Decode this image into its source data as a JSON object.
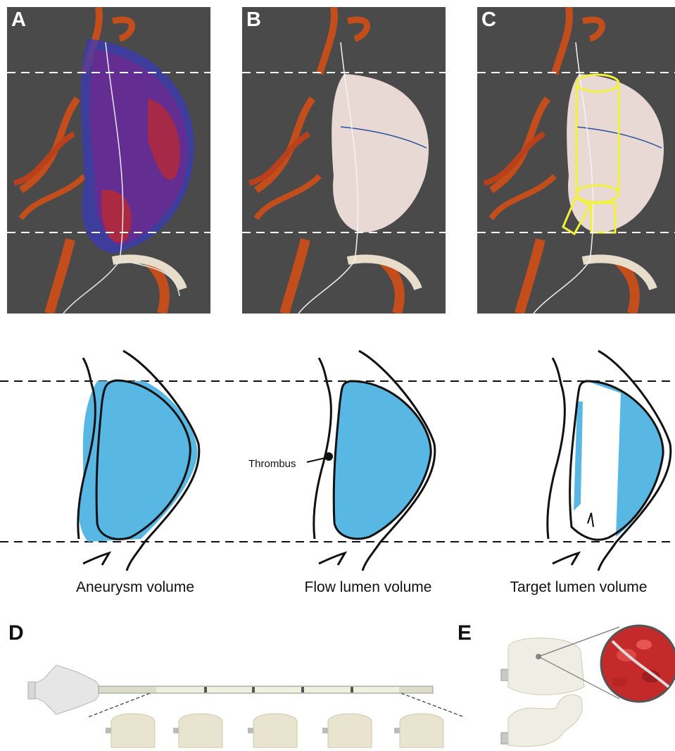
{
  "panels": [
    {
      "letter": "A"
    },
    {
      "letter": "B"
    },
    {
      "letter": "C"
    }
  ],
  "diagram": {
    "thrombus_label": "Thrombus",
    "captions": [
      "Aneurysm volume",
      "Flow lumen volume",
      "Target lumen volume"
    ]
  },
  "bottom": {
    "letter_d": "D",
    "letter_e": "E"
  },
  "colors": {
    "panel_bg": "#4a4a4a",
    "vessel": "#b8401a",
    "aneurysm_blue": "#3b2f8f",
    "lumen_pink": "#e8d9d4",
    "target_cylinder": "#f2f23a",
    "diagram_fill": "#58b8e3"
  }
}
